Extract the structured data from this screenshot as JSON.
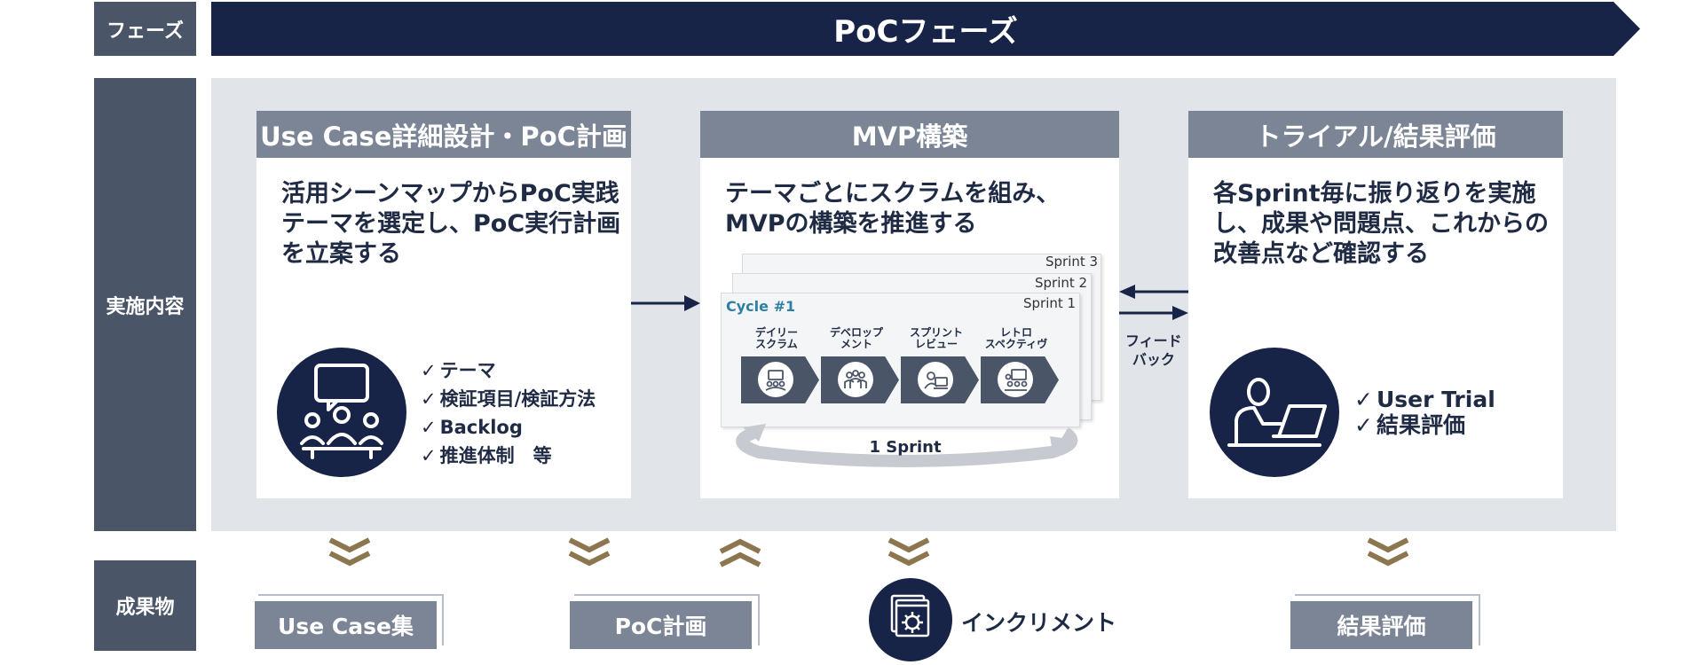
{
  "row_labels": {
    "phase": "フェーズ",
    "content": "実施内容",
    "deliverables": "成果物"
  },
  "phase_title": "PoCフェーズ",
  "cards": [
    {
      "title": "Use Case詳細設計・PoC計画",
      "text": [
        "活用シーンマップからPoC実践",
        "テーマを選定し、PoC実行計画",
        "を立案する"
      ],
      "checklist": [
        "テーマ",
        "検証項目/検証方法",
        "Backlog",
        "推進体制　等"
      ],
      "icon": "meeting-icon"
    },
    {
      "title": "MVP構築",
      "text": [
        "テーマごとにスクラムを組み、",
        "MVPの構築を推進する"
      ],
      "icon": "scrum-cycle"
    },
    {
      "title": "トライアル/結果評価",
      "text": [
        "各Sprint毎に振り返りを実施",
        "し、成果や問題点、これからの",
        "改善点など確認する"
      ],
      "checklist": [
        "User Trial",
        "結果評価"
      ],
      "icon": "user-laptop-icon"
    }
  ],
  "scrum": {
    "sprints": [
      "Sprint 3",
      "Sprint 2",
      "Sprint 1"
    ],
    "cycle_label": "Cycle #1",
    "steps": [
      {
        "name_lines": [
          "デイリー",
          "スクラム"
        ],
        "icon": "daily-scrum-icon"
      },
      {
        "name_lines": [
          "デベロップ",
          "メント"
        ],
        "icon": "team-icon"
      },
      {
        "name_lines": [
          "スプリント",
          "レビュー"
        ],
        "icon": "review-icon"
      },
      {
        "name_lines": [
          "レトロ",
          "スペクティヴ"
        ],
        "icon": "retrospective-icon"
      }
    ],
    "loop_label": "1 Sprint"
  },
  "feedback_label_lines": [
    "フィード",
    "バック"
  ],
  "deliverables": {
    "use_case": "Use Case集",
    "poc_plan": "PoC計画",
    "increment": "インクリメント",
    "result": "結果評価"
  },
  "colors": {
    "navy": "#172447",
    "slate": "#4a5568",
    "header_gray": "#7b8596",
    "panel_bg": "#e1e4e8",
    "chevron_gold": "#8c7650",
    "cycle_blue": "#2d7fa6"
  }
}
